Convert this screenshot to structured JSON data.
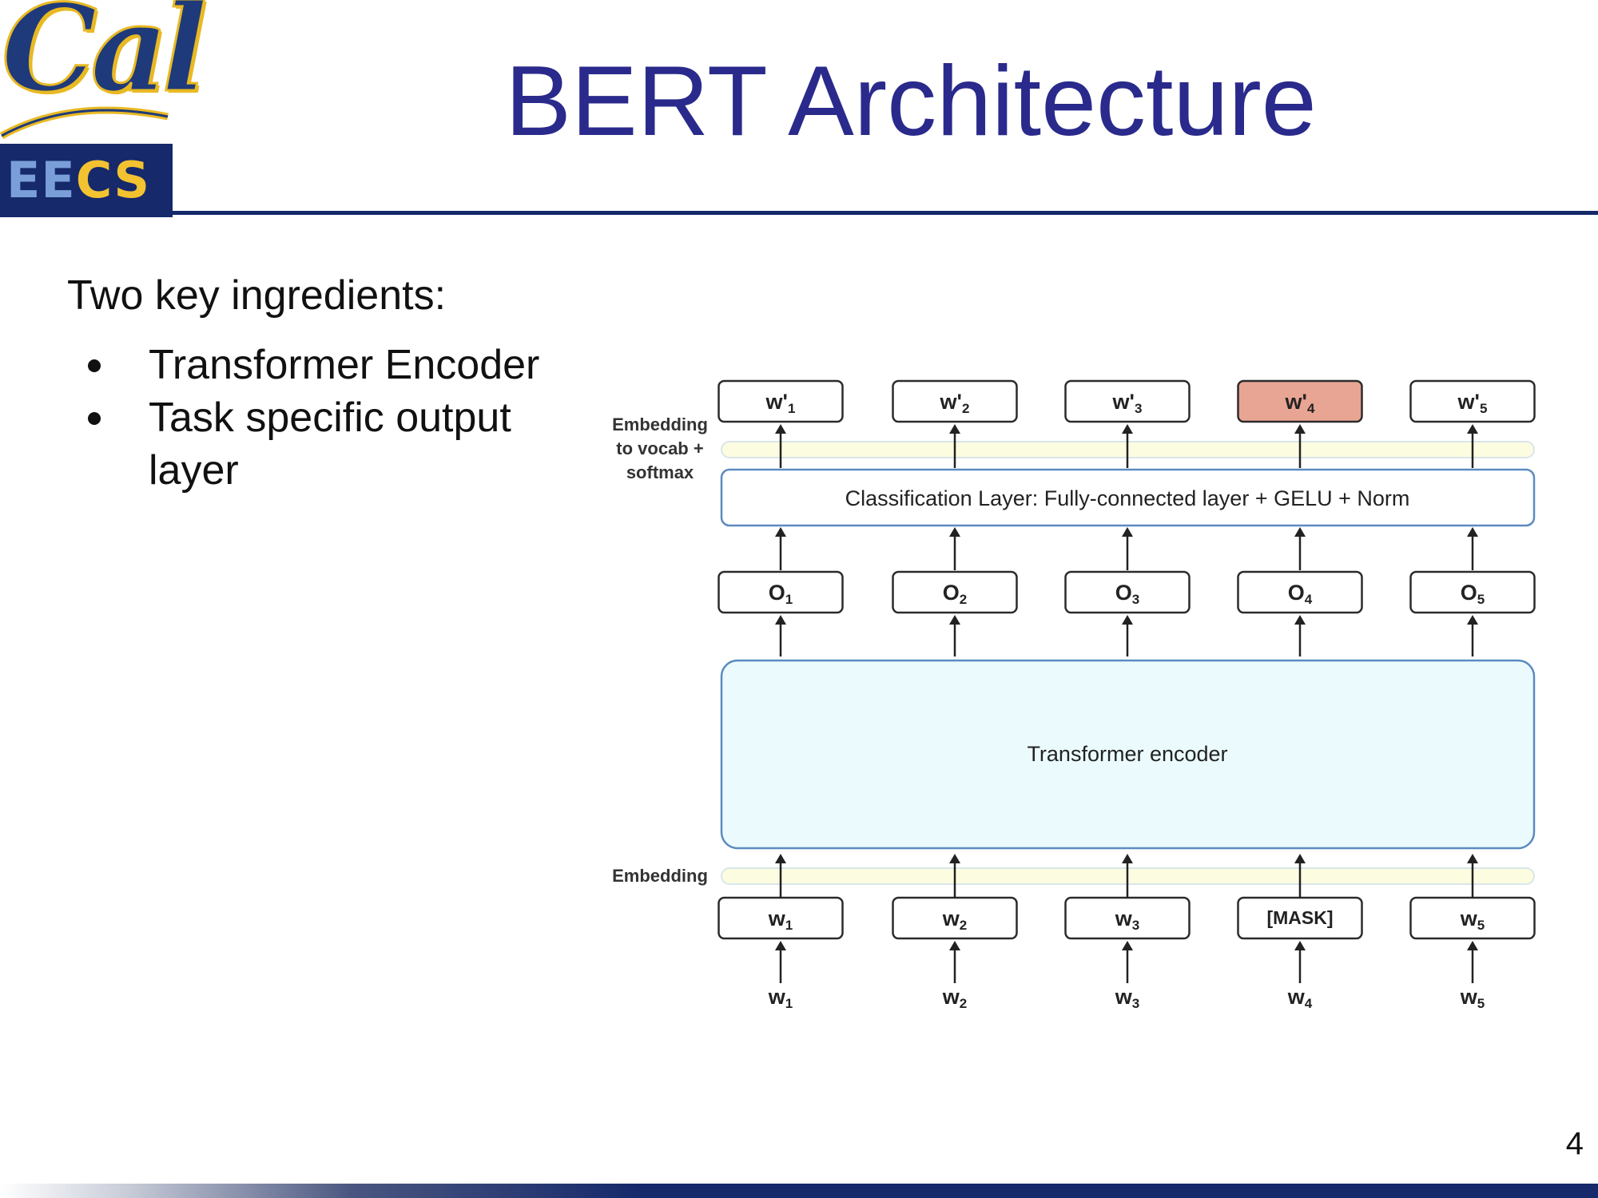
{
  "logo": {
    "cal": "Cal",
    "ee": "EE",
    "cs": "CS"
  },
  "slide": {
    "title": "BERT Architecture",
    "intro": "Two key ingredients:",
    "bullets": [
      "Transformer Encoder",
      "Task specific output layer"
    ],
    "page_number": "4"
  },
  "diagram": {
    "side_labels": {
      "top": [
        "Embedding",
        "to vocab +",
        "softmax"
      ],
      "bottom": "Embedding"
    },
    "classification_label": "Classification Layer: Fully-connected layer + GELU + Norm",
    "encoder_label": "Transformer encoder",
    "columns": [
      {
        "out_base": "w'",
        "out_sub": "1",
        "o_sub": "1",
        "in_base": "w",
        "in_sub": "1",
        "input_base": "w",
        "input_sub": "1",
        "highlight": false
      },
      {
        "out_base": "w'",
        "out_sub": "2",
        "o_sub": "2",
        "in_base": "w",
        "in_sub": "2",
        "input_base": "w",
        "input_sub": "2",
        "highlight": false
      },
      {
        "out_base": "w'",
        "out_sub": "3",
        "o_sub": "3",
        "in_base": "w",
        "in_sub": "3",
        "input_base": "w",
        "input_sub": "3",
        "highlight": false
      },
      {
        "out_base": "w'",
        "out_sub": "4",
        "o_sub": "4",
        "in_base": "[MASK]",
        "in_sub": "",
        "input_base": "w",
        "input_sub": "4",
        "highlight": true
      },
      {
        "out_base": "w'",
        "out_sub": "5",
        "o_sub": "5",
        "in_base": "w",
        "in_sub": "5",
        "input_base": "w",
        "input_sub": "5",
        "highlight": false
      }
    ],
    "o_base": "O",
    "colors": {
      "box_stroke": "#2b2b2b",
      "highlight_fill": "#e8a593",
      "encoder_fill": "#ebfbfd",
      "encoder_stroke": "#5b8bc0",
      "embedding_fill": "#fcfce0",
      "embedding_stroke": "#d9e6ea",
      "classification_stroke": "#5b8bc0"
    }
  }
}
